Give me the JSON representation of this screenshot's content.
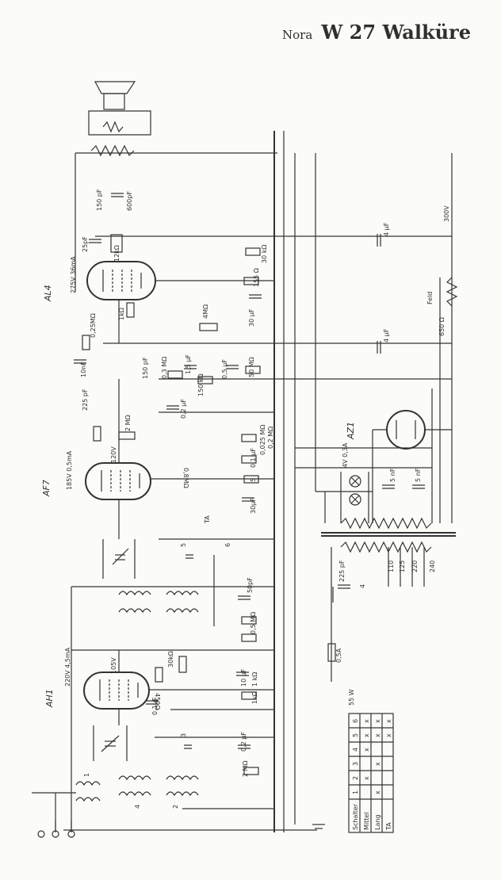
{
  "title": {
    "brand": "Nora",
    "model": "W 27 Walküre"
  },
  "tubes": {
    "output": "AL4",
    "audio": "AF7",
    "rf": "AH1",
    "rectifier": "AZ1"
  },
  "labels": {
    "c_25pf": "25pF",
    "c_150pf": "150 pF",
    "c_600pf": "600pF",
    "r_12k": "12kΩ",
    "al4_current": "275V 36mA",
    "r_30k": "30 kΩ",
    "r_155": "155 Ω",
    "c_30uf": "30 μF",
    "r_1k": "1kΩ",
    "r_4m": "4MΩ",
    "r_025m": "0,25MΩ",
    "c_10nf": "10nF",
    "c_150pf_2": "150 pF",
    "r_03m": "0,3 MΩ",
    "c_15uf": "1,5 μF",
    "r_150k": "150 kΩ",
    "c_05uf": "0,5 μF",
    "r_50m": "50 MΩ",
    "c_4uf_top": "4 μF",
    "c_4uf_mid": "4 μF",
    "c_225pf": "225 pF",
    "c_02uf": "0,2 μF",
    "r_2m": "2 MΩ",
    "af7_current": "185V 0,5mA",
    "af7_volt": "120V",
    "r_08m": "0,8MΩ",
    "r_02m": "0,2 MΩ",
    "r_0025m": "0,025 MΩ",
    "c_01uf": "0,1 μF",
    "r_5": "5",
    "c_30uf_af7": "30μF",
    "field": "Feld",
    "r_650": "650 Ω",
    "v_300": "300V",
    "lamp": "4V 0,3A",
    "c_5nf_a": "5 nF",
    "c_5nf_b": "5 nF",
    "ta": "TA",
    "sw_6": "6",
    "sw_5": "5",
    "c_50pf": "50pF",
    "r_05m": "0,5 MΩ",
    "ah1_current": "220V 4,5mA",
    "ah1_volt": "105V",
    "r_30k_ah1": "30kΩ",
    "r_450": "450Ω",
    "c_10uf": "10 μF",
    "r_1k_ah1": "1 kΩ",
    "c_01uf_ah1": "0,1μF",
    "r_1k_small": "1kΩ",
    "sw_3": "3",
    "sw_4": "4",
    "sw_1": "1",
    "sw_2": "2",
    "c_02uf_b": "0,2 μF",
    "r_2m_b": "2 MΩ",
    "c_225pf_b": "225 pF",
    "v_4": "4",
    "tap_110": "110",
    "tap_125": "125",
    "tap_220": "220",
    "tap_240": "240",
    "fuse": "0,5A",
    "power": "55 W"
  },
  "switch_table": {
    "header": [
      "Schalter",
      "1",
      "2",
      "3",
      "4",
      "5",
      "6"
    ],
    "rows": [
      {
        "name": "Mittel",
        "marks": [
          "",
          "x",
          "",
          "x",
          "x",
          "x"
        ]
      },
      {
        "name": "Lang",
        "marks": [
          "x",
          "",
          "x",
          "",
          "x",
          "x"
        ]
      },
      {
        "name": "TA",
        "marks": [
          "",
          "",
          "",
          "",
          "x",
          "x"
        ]
      }
    ]
  }
}
